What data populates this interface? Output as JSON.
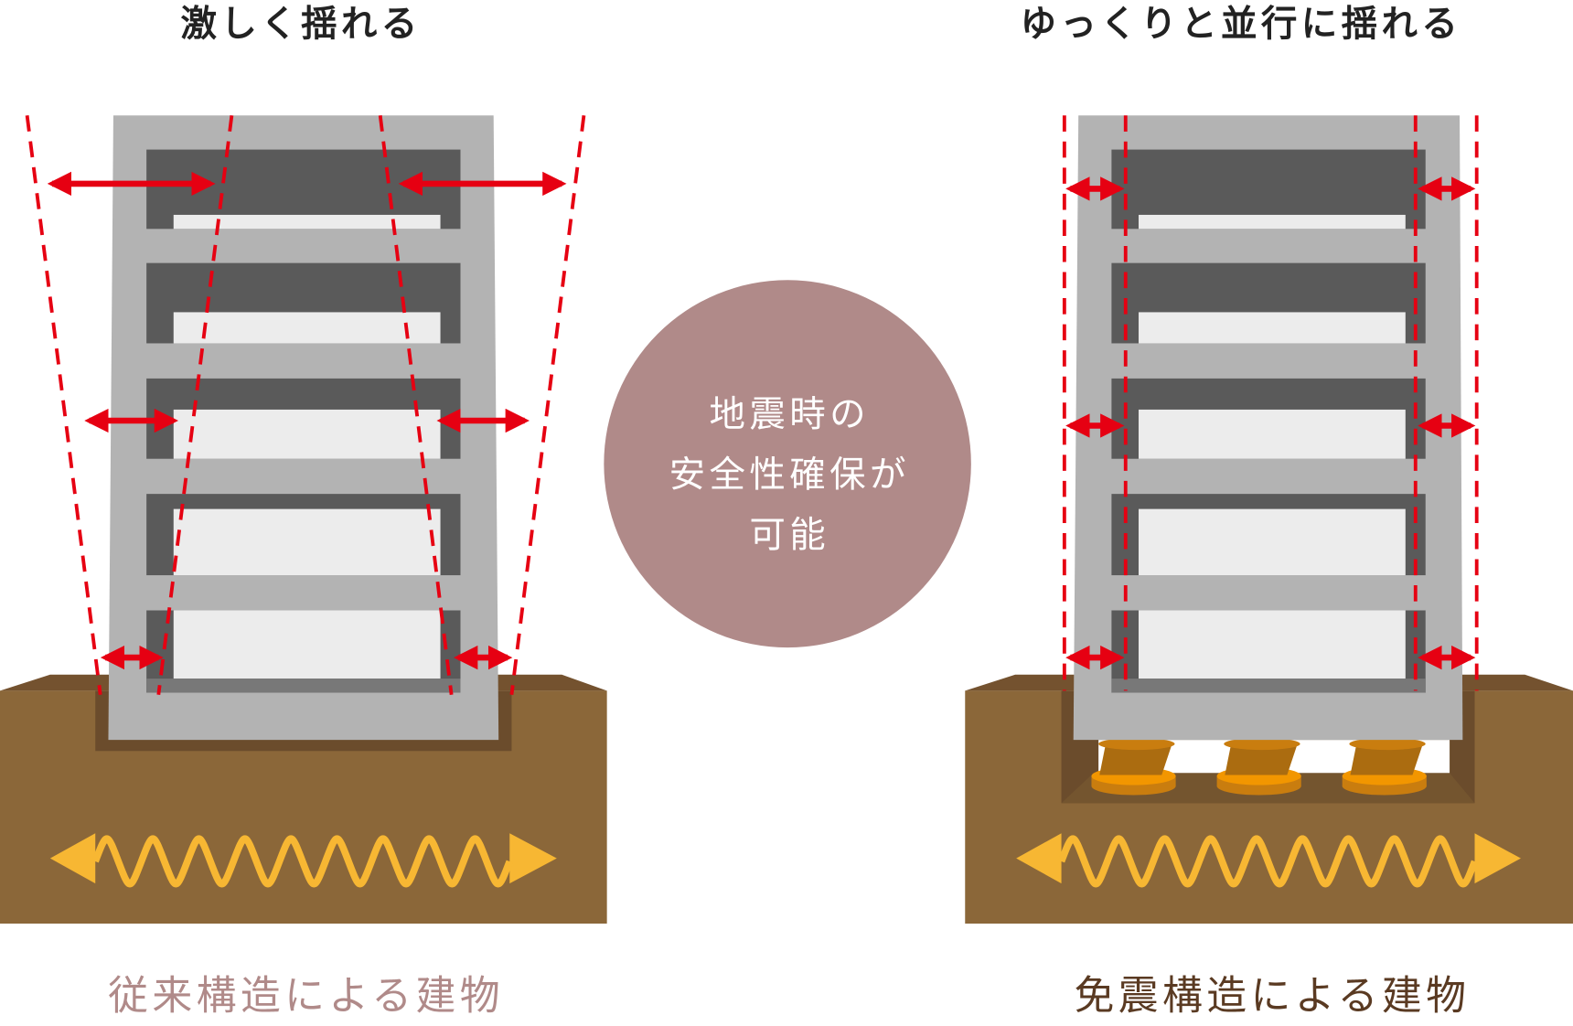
{
  "left": {
    "title": "激しく揺れる",
    "caption": "従来構造による建物"
  },
  "right": {
    "title": "ゆっくりと並行に揺れる",
    "caption": "免震構造による建物"
  },
  "center": {
    "lines": [
      "地震時の",
      "安全性確保が",
      "可能"
    ]
  },
  "colors": {
    "ground": "#8b6739",
    "ground_top": "#74522f",
    "building": "#b3b3b3",
    "window_dark": "#5a5a5a",
    "window_light": "#ececec",
    "arrow": "#e60012",
    "wave": "#f7b733",
    "circle": "#b08a89",
    "caption_left": "#b08a89",
    "caption_right": "#5a3a22",
    "bearing": "#ab6c10"
  }
}
